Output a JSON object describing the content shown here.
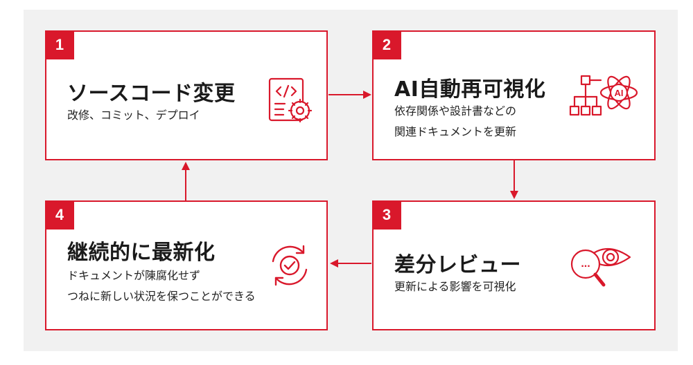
{
  "steps": [
    {
      "number": "1",
      "title": "ソースコード変更",
      "desc": [
        "改修、コミット、デプロイ"
      ],
      "icon": "code-settings-icon"
    },
    {
      "number": "2",
      "title": "AI自動再可視化",
      "desc": [
        "依存関係や設計書などの",
        "関連ドキュメントを更新"
      ],
      "icon": "ai-diagram-icon",
      "icon_text": "AI"
    },
    {
      "number": "3",
      "title": "差分レビュー",
      "desc": [
        "更新による影響を可視化"
      ],
      "icon": "eye-search-icon",
      "icon_text": "..."
    },
    {
      "number": "4",
      "title": "継続的に最新化",
      "desc": [
        "ドキュメントが陳腐化せず",
        "つねに新しい状況を保つことができる"
      ],
      "icon": "refresh-check-icon"
    }
  ],
  "colors": {
    "accent": "#d9182b",
    "background": "#f1f1f1"
  }
}
